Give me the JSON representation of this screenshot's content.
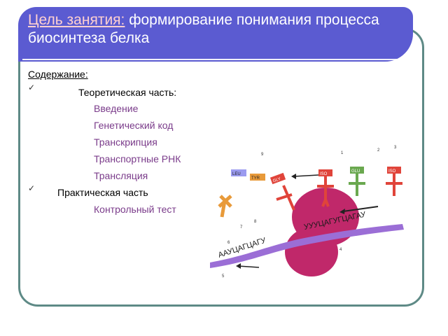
{
  "slide": {
    "title_prefix": "Цель занятия:",
    "title_rest": " формирование понимания процесса биосинтеза белка",
    "contents_heading": "Содержание:",
    "items": [
      {
        "label": "Теоретическая часть:",
        "subitems": [
          "Введение",
          "Генетический код",
          "Транскрипция",
          "Транспортные РНК",
          "Трансляция"
        ]
      },
      {
        "label": "Практическая часть",
        "subitems": [
          "Контрольный тест"
        ]
      }
    ],
    "check_symbol": "✓"
  },
  "diagram": {
    "amino_acids": [
      "LEU",
      "TYR",
      "GLY",
      "ISO",
      "GLU",
      "ISO"
    ],
    "numbers": [
      "9",
      "1",
      "2",
      "3",
      "8",
      "6",
      "7",
      "4",
      "5"
    ],
    "mrna_upper": "УУУЦАГУГЦАГАУ",
    "mrna_lower": "ААУЦАГЦАГУ",
    "colors": {
      "title_bar": "#5b5bd1",
      "frame": "#5e8a86",
      "ribosome": "#c0286a",
      "mrna": "#9b6ed6",
      "trna_red": "#e0443a",
      "trna_green": "#6aa84f",
      "trna_orange": "#e89a3a"
    }
  }
}
